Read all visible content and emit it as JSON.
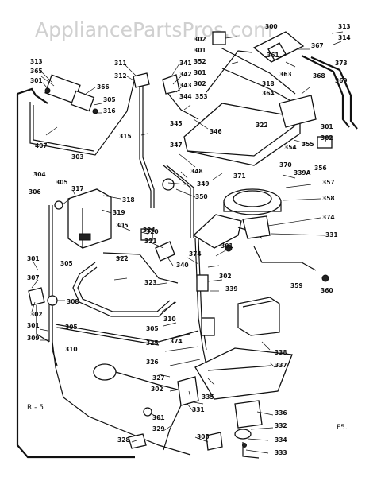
{
  "watermark": "AppliancePartsPros.com",
  "corner_left": "R - 5",
  "corner_right": "F5.",
  "part_labels": [
    "313",
    "365",
    "301",
    "366",
    "305",
    "316",
    "407",
    "303",
    "304",
    "306",
    "305",
    "317",
    "318",
    "319",
    "305",
    "320",
    "321",
    "322",
    "323",
    "301",
    "305",
    "307",
    "302",
    "308",
    "301",
    "309",
    "305",
    "310",
    "311",
    "312",
    "315",
    "341",
    "342",
    "343",
    "344",
    "345",
    "346",
    "347",
    "348",
    "349",
    "350",
    "371",
    "302",
    "301",
    "352",
    "301",
    "302",
    "353",
    "361",
    "363",
    "318",
    "364",
    "322",
    "354",
    "355",
    "370",
    "339A",
    "356",
    "301",
    "302",
    "357",
    "358",
    "374",
    "331",
    "359",
    "360",
    "300",
    "313",
    "314",
    "367",
    "368",
    "373",
    "369",
    "340",
    "302",
    "301",
    "339",
    "374",
    "324",
    "305",
    "325",
    "326",
    "338",
    "337",
    "310",
    "374",
    "327",
    "302",
    "331",
    "301",
    "329",
    "328",
    "305",
    "336",
    "332",
    "335",
    "334",
    "333"
  ]
}
